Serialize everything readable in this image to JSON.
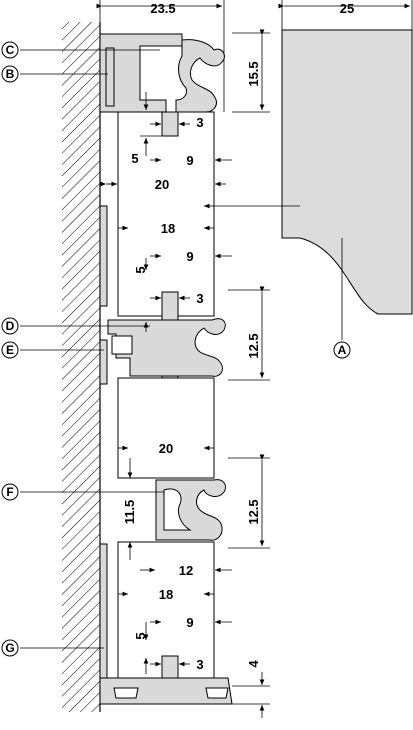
{
  "callouts": {
    "A": "A",
    "B": "B",
    "C": "C",
    "D": "D",
    "E": "E",
    "F": "F",
    "G": "G"
  },
  "dimensions": {
    "top_width": "23.5",
    "panel_width": "25",
    "top_height": "15.5",
    "top_gap": "3",
    "top_offset": "5",
    "top_nine": "9",
    "width_20_upper": "20",
    "width_18_upper": "18",
    "mid_offset": "5",
    "mid_nine": "9",
    "mid_gap": "3",
    "height_12_5_upper": "12.5",
    "width_20_lower": "20",
    "height_11_5": "11.5",
    "height_12_5_lower": "12.5",
    "width_12": "12",
    "width_18_lower": "18",
    "bottom_offset": "5",
    "bottom_nine": "9",
    "bottom_gap": "3",
    "bottom_height": "4"
  },
  "colors": {
    "profile_fill": "#d9d9d9",
    "panel_fill": "#dcdcdc",
    "line": "#000000"
  }
}
